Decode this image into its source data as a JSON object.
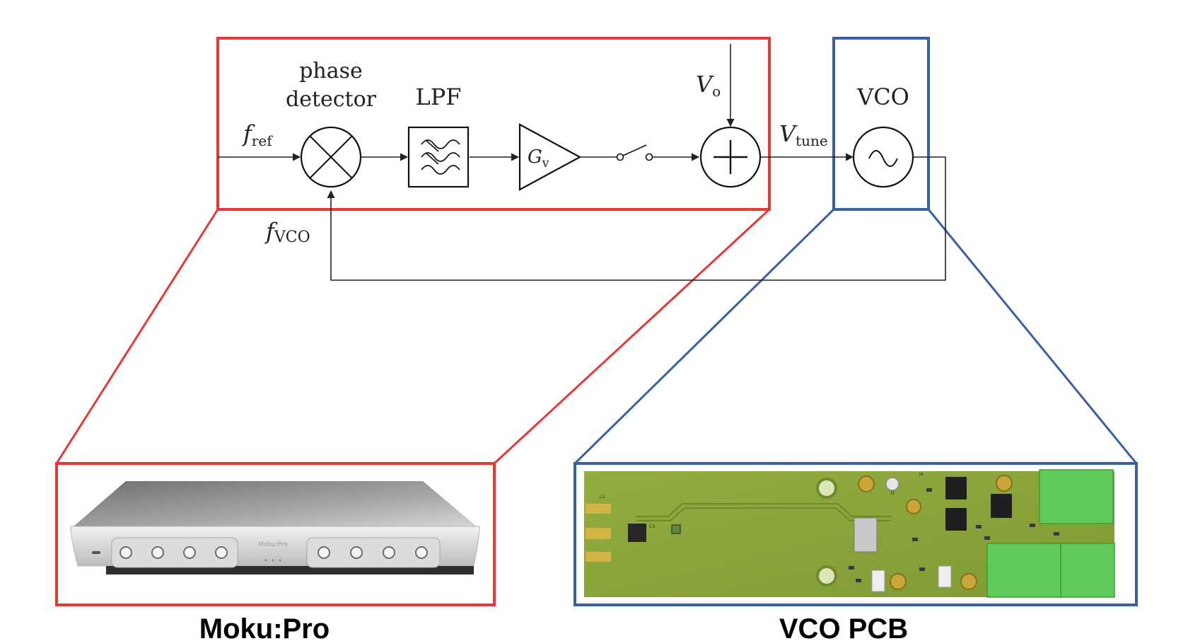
{
  "diagram": {
    "labels": {
      "f_ref": "f",
      "f_ref_sub": "ref",
      "f_vco": "f",
      "f_vco_sub": "VCO",
      "phase_detector_line1": "phase",
      "phase_detector_line2": "detector",
      "lpf": "LPF",
      "gain": "G",
      "gain_sub": "v",
      "v_o": "V",
      "v_o_sub": "o",
      "v_tune": "V",
      "v_tune_sub": "tune",
      "vco": "VCO"
    },
    "captions": {
      "moku": "Moku:Pro",
      "pcb": "VCO PCB"
    },
    "device_text": {
      "moku_brand": "Moku:Pro"
    },
    "colors": {
      "red_box": "#e53935",
      "blue_box": "#3b5fa3",
      "pcb_green": "#8ea83c",
      "connector_green": "#5fc95a",
      "moku_silver": "#c9c9c9"
    },
    "icons": [
      "mixer-icon",
      "lowpass-filter-icon",
      "amplifier-icon",
      "switch-icon",
      "summer-icon",
      "sine-source-icon"
    ]
  }
}
